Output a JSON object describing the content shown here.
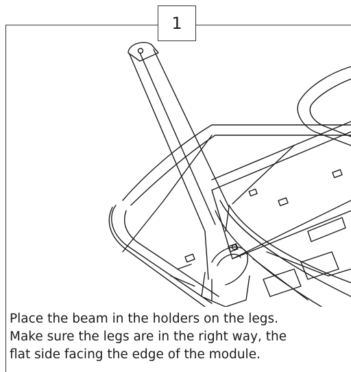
{
  "step": {
    "number": "1"
  },
  "caption": {
    "lines": [
      "Place the beam in the holders on the legs.",
      "Make sure the legs are in the right way, the",
      "flat side facing the edge of the module."
    ]
  },
  "colors": {
    "line": "#1a1a1a",
    "frame": "#333333",
    "background": "#ffffff"
  }
}
